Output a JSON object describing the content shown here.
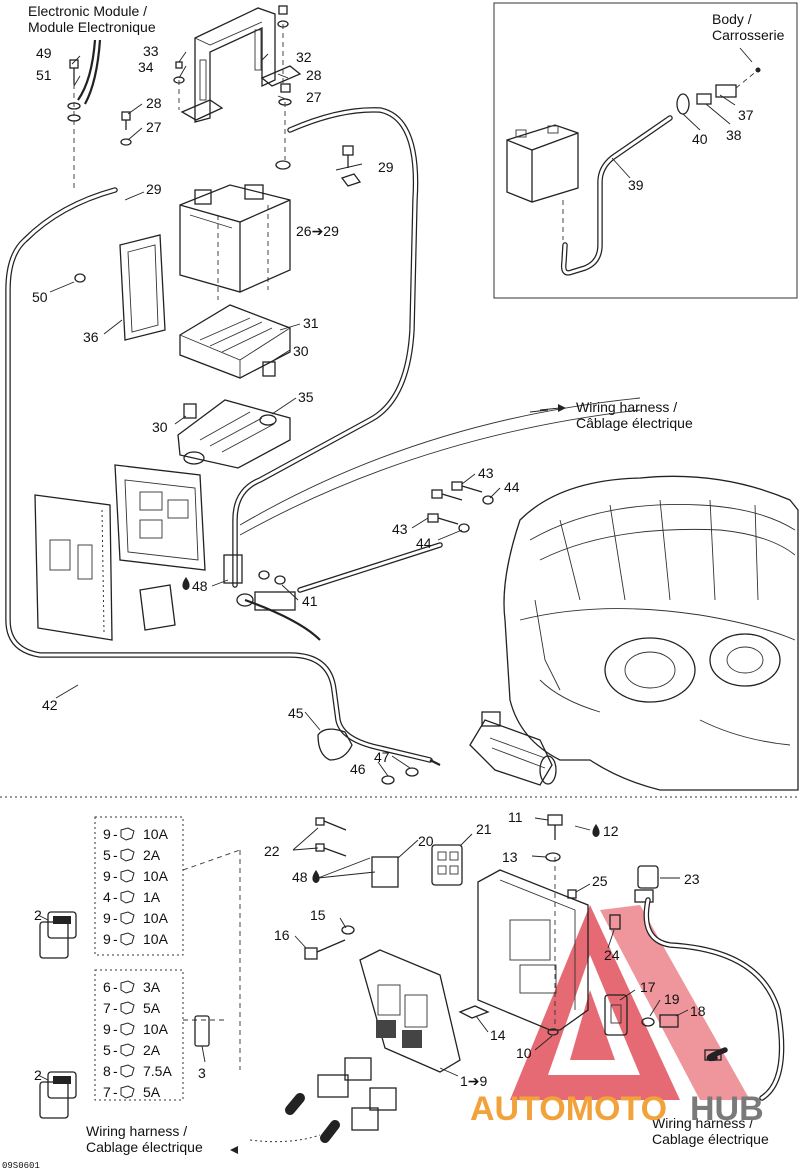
{
  "labels": {
    "electronic_module_line1": "Electronic Module /",
    "electronic_module_line2": "Module Electronique",
    "body_line1": "Body /",
    "body_line2": "Carrosserie",
    "wiring_harness_top_1": "Wiring harness /",
    "wiring_harness_top_2": "Câblage électrique",
    "wiring_harness_bl_1": "Wiring harness /",
    "wiring_harness_bl_2": "Cablage électrique",
    "wiring_harness_br_1": "Wiring harness /",
    "wiring_harness_br_2": "Cablage électrique",
    "drawing_code": "09S0601",
    "watermark_a": "AUTOMOTO",
    "watermark_b": "HUB"
  },
  "callouts": {
    "c49": "49",
    "c51": "51",
    "c33": "33",
    "c34": "34",
    "c32": "32",
    "c28a": "28",
    "c27a": "27",
    "c28b": "28",
    "c27b": "27",
    "c29a": "29",
    "c29b": "29",
    "c26": "26➔29",
    "c50": "50",
    "c36": "36",
    "c31": "31",
    "c30a": "30",
    "c30b": "30",
    "c35": "35",
    "c48a": "48",
    "c41": "41",
    "c42": "42",
    "c43a": "43",
    "c44a": "44",
    "c43b": "43",
    "c44b": "44",
    "c45": "45",
    "c47": "47",
    "c46": "46",
    "c37": "37",
    "c38": "38",
    "c39": "39",
    "c40": "40",
    "c11": "11",
    "c12": "12",
    "c13": "13",
    "c20": "20",
    "c21": "21",
    "c22": "22",
    "c48b": "48",
    "c23": "23",
    "c25": "25",
    "c24": "24",
    "c15": "15",
    "c16": "16",
    "c17": "17",
    "c19": "19",
    "c18": "18",
    "c14": "14",
    "c10": "10",
    "c2a": "2",
    "c2b": "2",
    "c3": "3",
    "c1": "1➔9"
  },
  "fuse_group_1": [
    {
      "pos": "9",
      "amps": "10A"
    },
    {
      "pos": "5",
      "amps": "2A"
    },
    {
      "pos": "9",
      "amps": "10A"
    },
    {
      "pos": "4",
      "amps": "1A"
    },
    {
      "pos": "9",
      "amps": "10A"
    },
    {
      "pos": "9",
      "amps": "10A"
    }
  ],
  "fuse_group_2": [
    {
      "pos": "6",
      "amps": "3A"
    },
    {
      "pos": "7",
      "amps": "5A"
    },
    {
      "pos": "9",
      "amps": "10A"
    },
    {
      "pos": "5",
      "amps": "2A"
    },
    {
      "pos": "8",
      "amps": "7.5A"
    },
    {
      "pos": "7",
      "amps": "5A"
    }
  ],
  "colors": {
    "ink": "#222222",
    "watermark_orange": "#f2a23a",
    "watermark_red": "#e2505a",
    "watermark_gray": "#7a7a7a"
  }
}
